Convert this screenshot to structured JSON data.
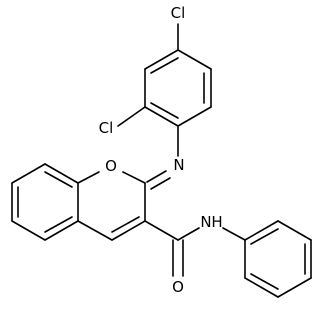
{
  "diagram": {
    "atoms": {
      "cl_top": "Cl",
      "cl_ortho": "Cl",
      "n_imine": "N",
      "o_ring": "O",
      "nh_amide": "N",
      "h_amide": "H",
      "o_carbonyl": "O"
    },
    "colors": {
      "bond": "#000000",
      "background": "#ffffff"
    }
  }
}
